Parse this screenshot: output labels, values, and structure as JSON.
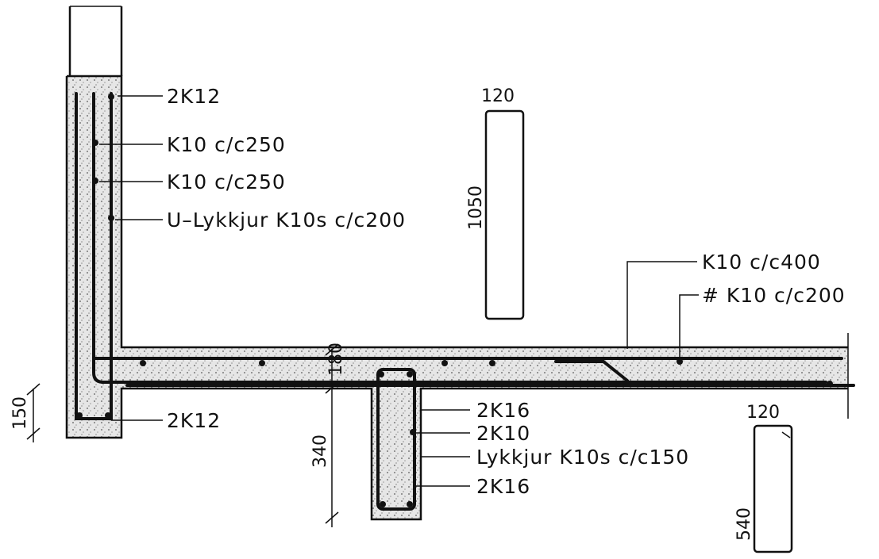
{
  "labels": {
    "wall_top_bars": "2K12",
    "wall_horizontal_1": "K10  c/c250",
    "wall_horizontal_2": "K10  c/c250",
    "wall_stirrups": "U–Lykkjur  K10s  c/c200",
    "wall_bottom_bars": "2K12",
    "slab_top_bars": "K10  c/c400",
    "slab_mesh": "#  K10  c/c200",
    "beam_top_bars": "2K16",
    "beam_side_bars": "2K10",
    "beam_stirrups": "Lykkjur  K10s  c/c150",
    "beam_bottom_bars": "2K16"
  },
  "dimensions": {
    "wall_section_width": "120",
    "wall_section_height": "1050",
    "beam_section_width": "120",
    "beam_section_height": "540",
    "slab_thickness": "180",
    "beam_depth": "340",
    "wall_foot": "150"
  }
}
